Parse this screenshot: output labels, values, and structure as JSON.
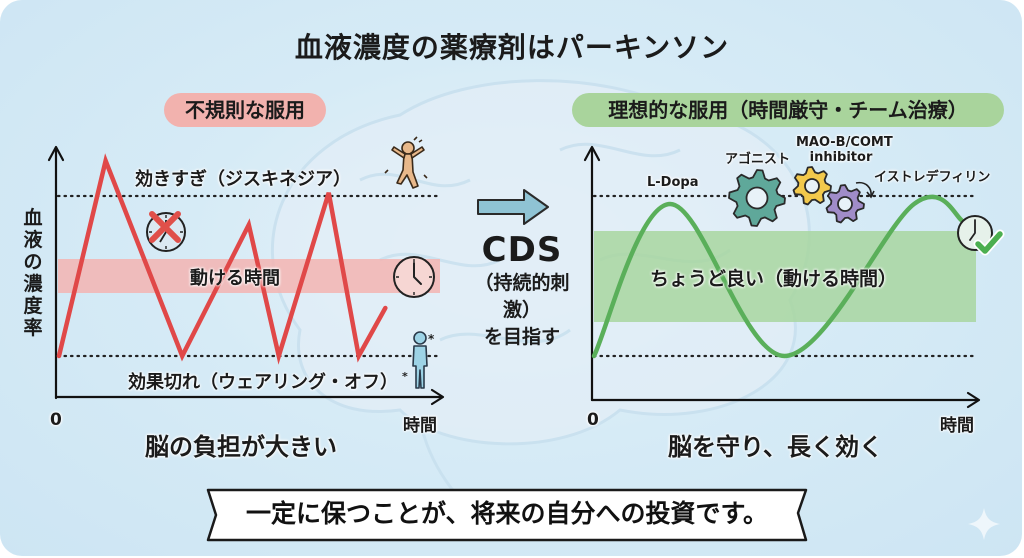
{
  "title": "血液濃度の薬療剤はパーキンソン",
  "left_panel": {
    "header": "不規則な服用",
    "y_axis_label": [
      "血",
      "液",
      "の",
      "濃",
      "度",
      "率"
    ],
    "x_axis_label": "時間",
    "origin_label": "0",
    "upper_threshold_label": "効きすぎ（ジスキネジア）",
    "band_label": "動ける時間",
    "lower_threshold_label": "効果切れ（ウェアリング・オフ）",
    "caption": "脳の負担が大きい",
    "icons": [
      "dyskinesia-person-icon",
      "clock-cross-icon",
      "clock-icon",
      "wearing-off-person-icon"
    ],
    "colors": {
      "line": "#e04848",
      "band": "#f3b4b1",
      "pill": "#f2b2ae"
    }
  },
  "middle": {
    "arrow": "right-arrow-icon",
    "main": "CDS",
    "sub1": "（持続的刺激）",
    "sub2": "を目指す"
  },
  "right_panel": {
    "header": "理想的な服用（時間厳守・チーム治療）",
    "x_axis_label": "時間",
    "origin_label": "0",
    "band_label": "ちょうど良い（動ける時間）",
    "drug_labels": {
      "ldopa": "L-Dopa",
      "agonist": "アゴニスト",
      "maob_line1": "MAO-B/COMT",
      "maob_line2": "inhibitor",
      "istradefylline": "イストレデフィリン"
    },
    "caption": "脳を守り、長く効く",
    "icons": [
      "gear-teal-icon",
      "gear-yellow-icon",
      "gear-purple-icon",
      "clock-check-icon"
    ],
    "colors": {
      "line": "#5aaf5a",
      "band": "#a8d6a0",
      "pill": "#a9d49c",
      "gear_teal": "#5fa89a",
      "gear_yellow": "#f2c94c",
      "gear_purple": "#a08cc8"
    }
  },
  "banner": "一定に保つことが、将来の自分への投資です。",
  "chart_data": [
    {
      "type": "line",
      "title": "不規則な服用",
      "xlabel": "時間",
      "ylabel": "血液の濃度率",
      "y_scale": "relative (0 = effect-off threshold, 1 = dyskinesia threshold)",
      "thresholds": {
        "upper": 1.0,
        "lower": 0.0,
        "band": [
          0.4,
          0.6
        ]
      },
      "x": [
        0,
        0.14,
        0.37,
        0.57,
        0.66,
        0.81,
        0.9,
        0.98
      ],
      "values": [
        0.0,
        1.22,
        0.0,
        0.82,
        0.0,
        1.02,
        0.0,
        0.3
      ]
    },
    {
      "type": "line",
      "title": "理想的な服用（時間厳守・チーム治療）",
      "xlabel": "時間",
      "y_scale": "relative (0 = effect-off threshold, 1 = dyskinesia threshold)",
      "thresholds": {
        "upper": 1.0,
        "lower": 0.0,
        "band": [
          0.21,
          0.78
        ]
      },
      "x": [
        0,
        0.2,
        0.5,
        0.84,
        0.97
      ],
      "values": [
        0.0,
        0.95,
        0.0,
        0.95,
        0.84
      ]
    }
  ]
}
